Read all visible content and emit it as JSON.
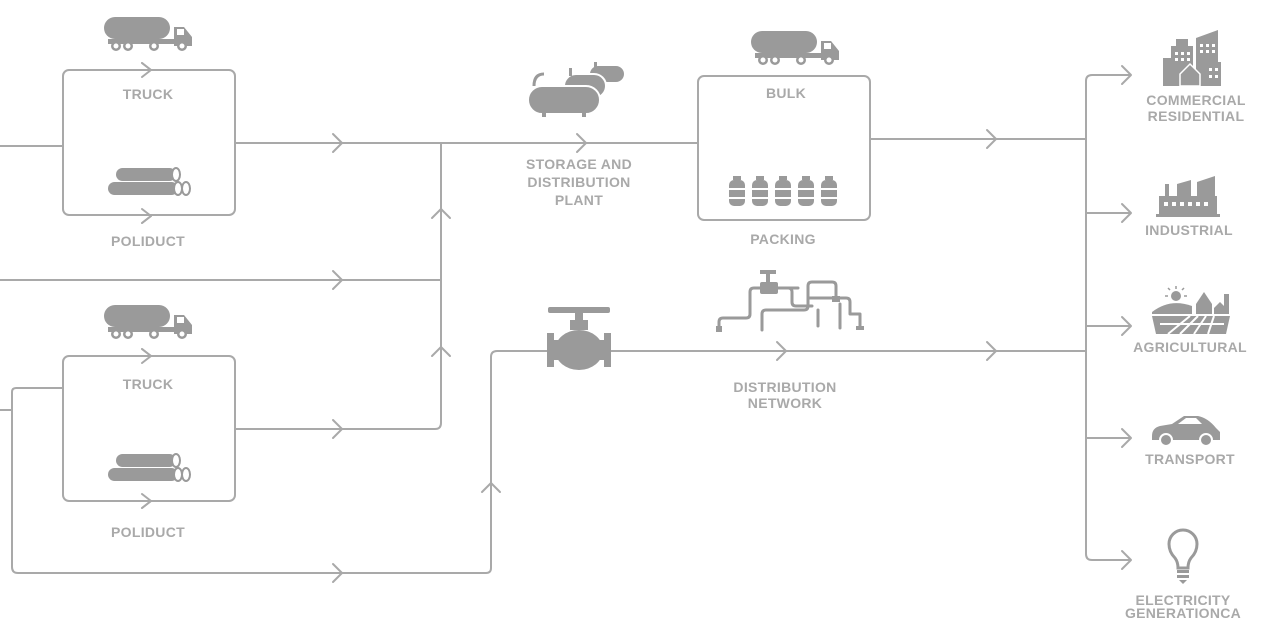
{
  "labels": {
    "truck_top": "TRUCK",
    "poliduct_top": "POLIDUCT",
    "truck_bottom": "TRUCK",
    "poliduct_bottom": "POLIDUCT",
    "storage_line1": "STORAGE AND",
    "storage_line2": "DISTRIBUTION",
    "storage_line3": "PLANT",
    "bulk": "BULK",
    "packing": "PACKING",
    "network_line1": "DISTRIBUTION",
    "network_line2": "NETWORK",
    "commercial_line1": "COMMERCIAL",
    "commercial_line2": "RESIDENTIAL",
    "industrial": "INDUSTRIAL",
    "agricultural": "AGRICULTURAL",
    "transport": "TRANSPORT",
    "electricity_line1": "ELECTRICITY",
    "electricity_line2": "GENERATIONCA"
  },
  "icons": [
    "tanker-truck-icon",
    "pipes-icon",
    "storage-tanks-icon",
    "gas-cylinders-icon",
    "valve-icon",
    "pipe-network-icon",
    "buildings-icon",
    "factory-icon",
    "farm-icon",
    "car-icon",
    "lightbulb-icon"
  ],
  "colors": {
    "line": "#a9a9a9",
    "icon": "#9a9a9a",
    "background": "#ffffff"
  }
}
